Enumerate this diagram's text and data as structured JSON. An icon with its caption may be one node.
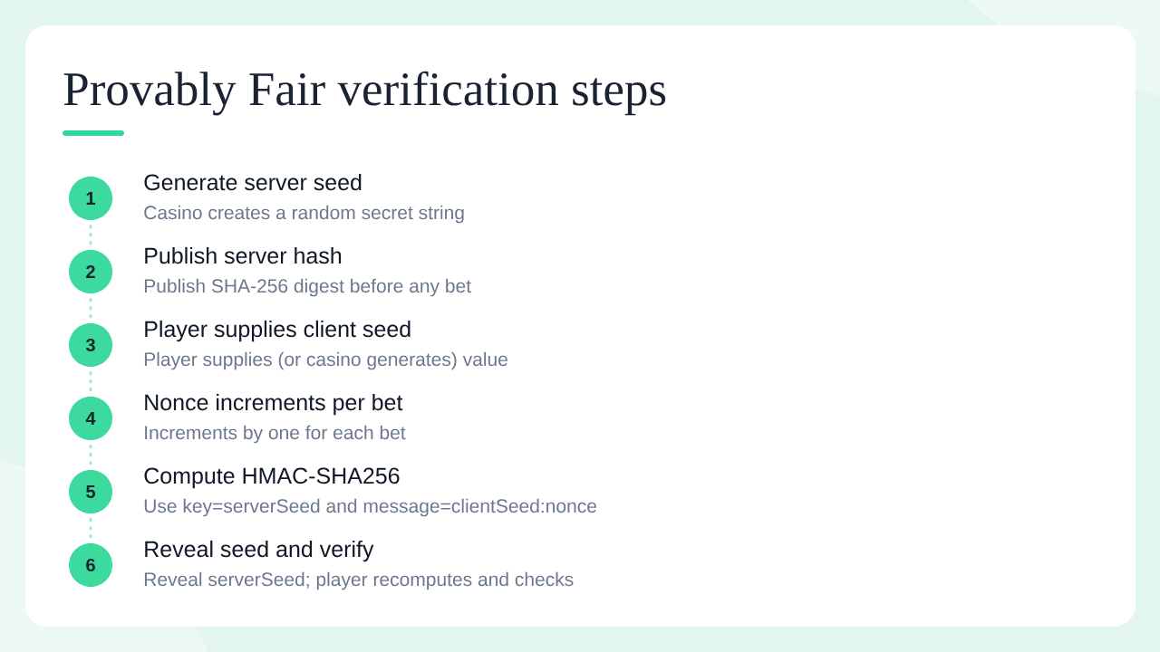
{
  "diagram": {
    "title": "Provably Fair verification steps",
    "nodes": [
      {
        "text": [
          "1"
        ],
        "beside": [
          "Generate server seed",
          "Casino creates a random secret string"
        ]
      },
      {
        "text": [
          "2"
        ],
        "beside": [
          "Publish server hash",
          "Publish SHA-256 digest before any bet"
        ]
      },
      {
        "text": [
          "3"
        ],
        "beside": [
          "Player supplies client seed",
          "Player supplies (or casino generates) value"
        ]
      },
      {
        "text": [
          "4"
        ],
        "beside": [
          "Nonce increments per bet",
          "Increments by one for each bet"
        ]
      },
      {
        "text": [
          "5"
        ],
        "beside": [
          "Compute HMAC-SHA256",
          "Use key=serverSeed and message=clientSeed:nonce"
        ]
      },
      {
        "text": [
          "6"
        ],
        "beside": [
          "Reveal seed and verify",
          "Reveal serverSeed; player recomputes and checks"
        ]
      }
    ],
    "edges": [
      {
        "from": 0,
        "to": 1,
        "arrow": "none"
      },
      {
        "from": 1,
        "to": 2,
        "arrow": "none"
      },
      {
        "from": 2,
        "to": 3,
        "arrow": "none"
      },
      {
        "from": 3,
        "to": 4,
        "arrow": "none"
      },
      {
        "from": 4,
        "to": 5,
        "arrow": "none"
      }
    ]
  }
}
